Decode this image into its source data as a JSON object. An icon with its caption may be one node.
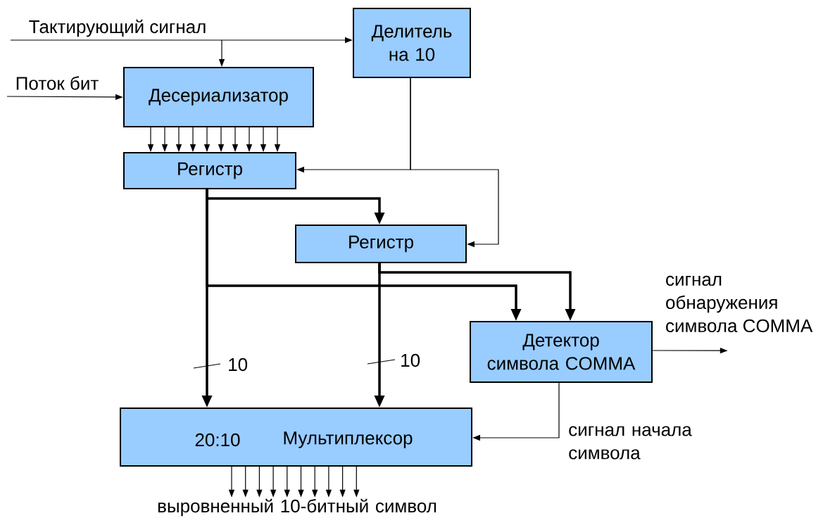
{
  "diagram": {
    "nodes": [
      {
        "text": [
          "Делитель на 10"
        ]
      },
      {
        "text": [
          "Десериализатор"
        ]
      },
      {
        "text": [
          "Регистр"
        ]
      },
      {
        "text": [
          "Регистр"
        ]
      },
      {
        "text": [
          "Детектор символа COMMA"
        ]
      },
      {
        "text": [
          "20:10",
          "Мультиплексор"
        ]
      },
      {
        "text": [
          "выровненный 10-битный символ"
        ]
      },
      {
        "text": [
          "сигнал обнаружения символа COMMA"
        ]
      }
    ],
    "edges": [
      {
        "from": null,
        "to": 0,
        "arrow": "to",
        "label": "Тактирующий сигнал"
      },
      {
        "from": null,
        "to": 1,
        "arrow": "to"
      },
      {
        "from": null,
        "to": 1,
        "arrow": "to",
        "label": "Поток бит"
      },
      {
        "from": 1,
        "to": 2,
        "arrow": "to"
      },
      {
        "from": 1,
        "to": 2,
        "arrow": "to"
      },
      {
        "from": 1,
        "to": 2,
        "arrow": "to"
      },
      {
        "from": 1,
        "to": 2,
        "arrow": "to"
      },
      {
        "from": 1,
        "to": 2,
        "arrow": "to"
      },
      {
        "from": 1,
        "to": 2,
        "arrow": "to"
      },
      {
        "from": 1,
        "to": 2,
        "arrow": "to"
      },
      {
        "from": 1,
        "to": 2,
        "arrow": "to"
      },
      {
        "from": 1,
        "to": 2,
        "arrow": "to"
      },
      {
        "from": 1,
        "to": 2,
        "arrow": "to"
      },
      {
        "from": 0,
        "to": 2,
        "arrow": "to"
      },
      {
        "from": 0,
        "to": 3,
        "arrow": "to"
      },
      {
        "from": 2,
        "to": 3,
        "arrow": "to",
        "style": "thick"
      },
      {
        "from": 2,
        "to": 5,
        "arrow": "to",
        "style": "thick",
        "label": "10"
      },
      {
        "from": 2,
        "to": 4,
        "arrow": "to",
        "style": "thick"
      },
      {
        "from": 3,
        "to": 5,
        "arrow": "to",
        "style": "thick",
        "label": "10"
      },
      {
        "from": 3,
        "to": 4,
        "arrow": "to",
        "style": "thick"
      },
      {
        "from": 4,
        "to": 7,
        "arrow": "to"
      },
      {
        "from": 4,
        "to": 5,
        "arrow": "to",
        "label": "сигнал начала символа"
      },
      {
        "from": 5,
        "to": 6,
        "arrow": "to"
      },
      {
        "from": 5,
        "to": 6,
        "arrow": "to"
      },
      {
        "from": 5,
        "to": 6,
        "arrow": "to"
      },
      {
        "from": 5,
        "to": 6,
        "arrow": "to"
      },
      {
        "from": 5,
        "to": 6,
        "arrow": "to"
      },
      {
        "from": 5,
        "to": 6,
        "arrow": "to"
      },
      {
        "from": 5,
        "to": 6,
        "arrow": "to"
      },
      {
        "from": 5,
        "to": 6,
        "arrow": "to"
      },
      {
        "from": 5,
        "to": 6,
        "arrow": "to"
      },
      {
        "from": 5,
        "to": 6,
        "arrow": "to"
      }
    ]
  }
}
